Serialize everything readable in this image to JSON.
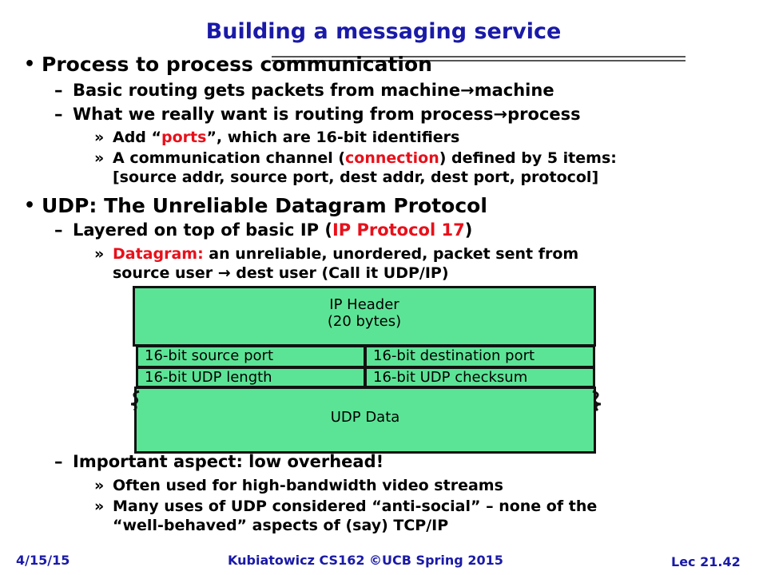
{
  "slide": {
    "title": "Building a messaging service",
    "b1": "Process to process communication",
    "b1_1_pre": "Basic routing gets packets from machine",
    "b1_1_post": "machine",
    "b1_2_pre": "What we really want is routing from process",
    "b1_2_post": "process",
    "b1_2_1_a": "Add “",
    "b1_2_1_b": "ports",
    "b1_2_1_c": "”, which are 16-bit identifiers",
    "b1_2_2_a": "A communication channel (",
    "b1_2_2_b": "connection",
    "b1_2_2_c": ") defined by 5 items:",
    "b1_2_2_d": "[source addr, source port, dest addr, dest port, protocol]",
    "b2": "UDP: The Unreliable Datagram Protocol",
    "b2_1_a": "Layered on top of basic IP (",
    "b2_1_b": "IP Protocol 17",
    "b2_1_c": ")",
    "b2_1_1_a": "Datagram:",
    "b2_1_1_b": " an unreliable, unordered, packet sent from",
    "b2_1_1_c_pre": "source user ",
    "b2_1_1_c_post": " dest user (Call it UDP/IP)",
    "b2_2": "Important aspect: low overhead!",
    "b2_2_1": "Often used for high-bandwidth video streams",
    "b2_2_2": "Many uses of UDP considered “anti-social” – none of the",
    "b2_2_3": "“well-behaved” aspects of (say) TCP/IP"
  },
  "diagram": {
    "ip_header_1": "IP Header",
    "ip_header_2": "(20 bytes)",
    "src_port": "16-bit source port",
    "dst_port": "16-bit destination port",
    "udp_length": "16-bit UDP length",
    "udp_checksum": "16-bit UDP checksum",
    "udp_data": "UDP Data",
    "fill_color": "#5ce496"
  },
  "footer": {
    "date": "4/15/15",
    "course": "Kubiatowicz CS162 ©UCB Spring 2015",
    "lecture": "Lec 21.42"
  }
}
